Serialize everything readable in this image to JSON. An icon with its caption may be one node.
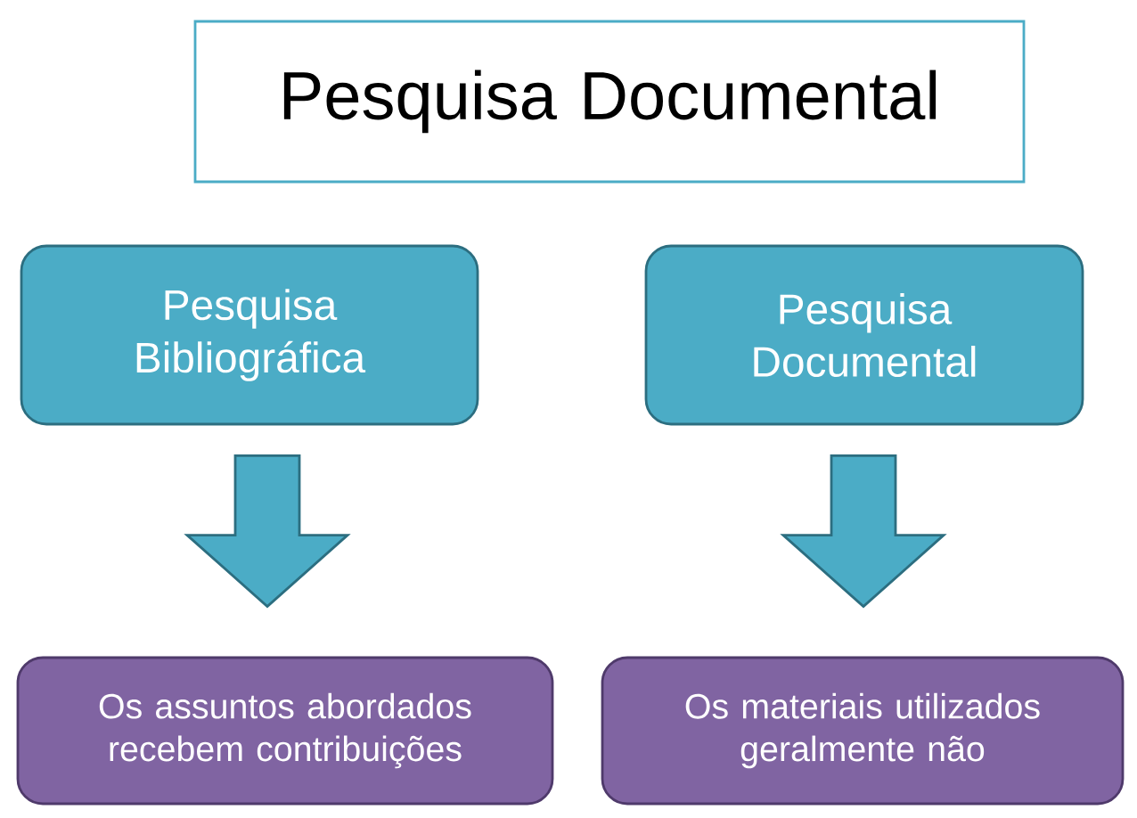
{
  "diagram": {
    "nodes": [
      {
        "text": [
          "Pesquisa Documental"
        ]
      },
      {
        "text": [
          "Pesquisa Bibliográfica"
        ]
      },
      {
        "text": [
          "Pesquisa Documental"
        ]
      },
      {
        "text": [
          "Os assuntos abordados recebem contribuições"
        ]
      },
      {
        "text": [
          "Os materiais utilizados geralmente não"
        ]
      }
    ],
    "edges": [
      {
        "from": 1,
        "to": 3,
        "arrow": "to"
      },
      {
        "from": 2,
        "to": 4,
        "arrow": "to"
      }
    ]
  }
}
